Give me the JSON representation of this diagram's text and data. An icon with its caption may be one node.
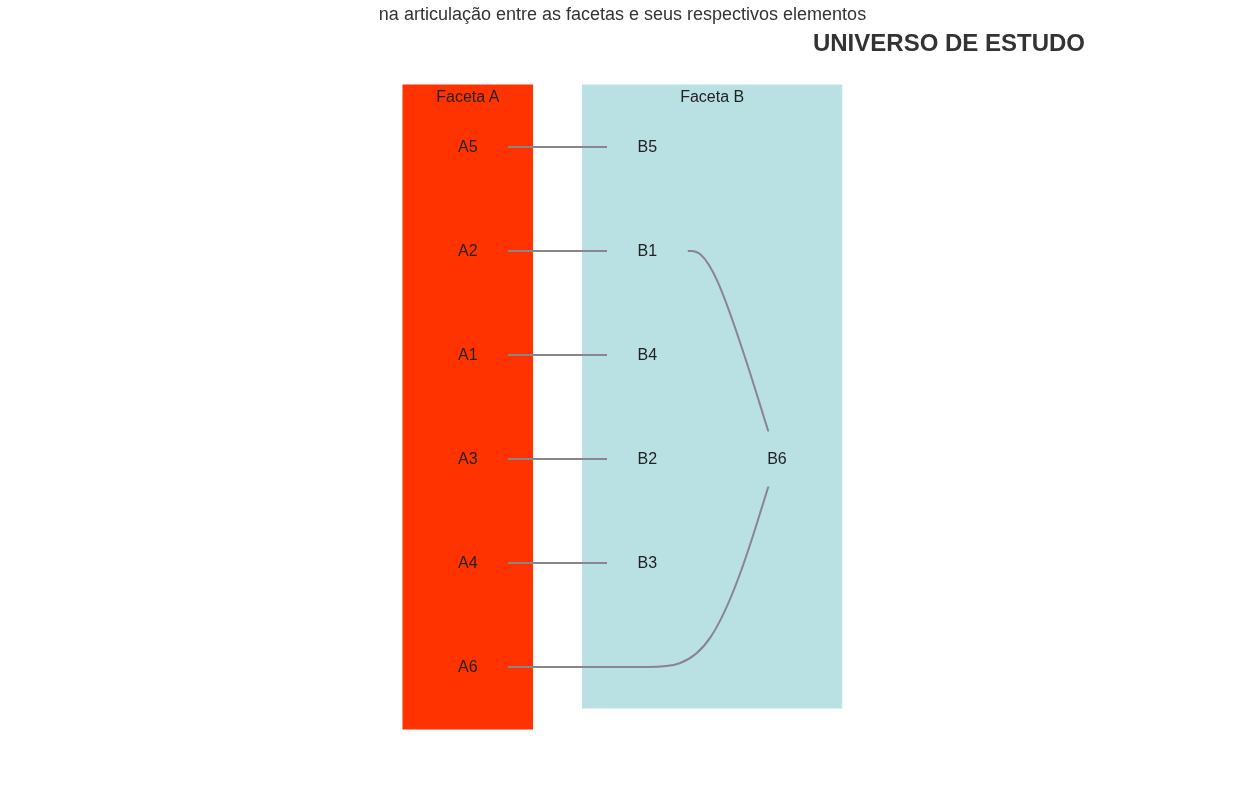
{
  "diagram": {
    "title": "UNIVERSO DE ESTUDO",
    "caption": "na articulação entre as facetas e seus respectivos elementos",
    "nodes": [
      {
        "text": [
          "Faceta A"
        ]
      },
      {
        "text": [
          "A2"
        ],
        "in": 0
      },
      {
        "text": [
          "A5"
        ],
        "in": 0
      },
      {
        "text": [
          "A6"
        ],
        "in": 0
      },
      {
        "text": [
          "A1"
        ],
        "in": 0
      },
      {
        "text": [
          "A3"
        ],
        "in": 0
      },
      {
        "text": [
          "A4"
        ],
        "in": 0
      },
      {
        "text": [
          "Faceta B"
        ]
      },
      {
        "text": [
          "B5"
        ],
        "in": 7
      },
      {
        "text": [
          "B1"
        ],
        "in": 7
      },
      {
        "text": [
          "B6"
        ],
        "in": 7
      },
      {
        "text": [
          "B4"
        ],
        "in": 7
      },
      {
        "text": [
          "B2"
        ],
        "in": 7
      },
      {
        "text": [
          "B3"
        ],
        "in": 7
      }
    ],
    "edges": [
      {
        "from": 1,
        "to": 9,
        "arrow": "none"
      },
      {
        "from": 9,
        "to": 10,
        "arrow": "none"
      },
      {
        "from": 2,
        "to": 8,
        "arrow": "none"
      },
      {
        "from": 4,
        "to": 11,
        "arrow": "none"
      },
      {
        "from": 3,
        "to": 10,
        "arrow": "none"
      },
      {
        "from": 5,
        "to": 12,
        "arrow": "none"
      },
      {
        "from": 6,
        "to": 13,
        "arrow": "none"
      }
    ]
  }
}
